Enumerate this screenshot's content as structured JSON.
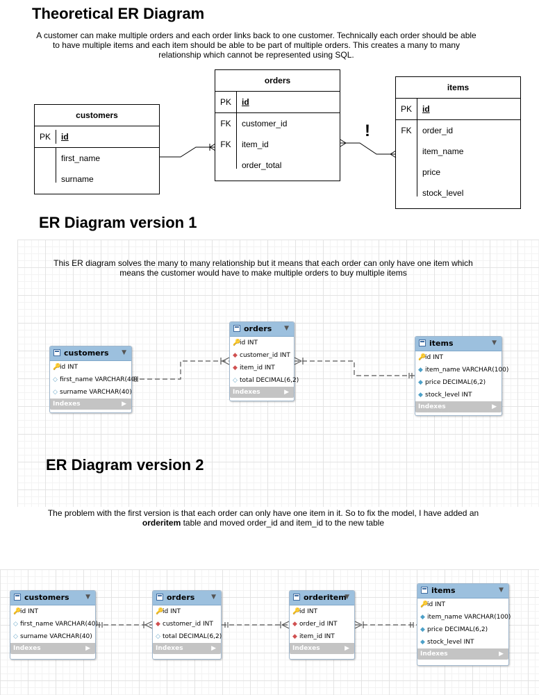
{
  "theoretical": {
    "title": "Theoretical ER Diagram",
    "description_line1": "A customer can make multiple orders and each order links back to one customer. Technically each order should be able",
    "description_line2": "to have multiple items and each item should be able to be part of multiple orders. This creates a many to many",
    "description_line3": "relationship which cannot be represented using SQL.",
    "exclamation": "!",
    "customers": {
      "name": "customers",
      "pk_label": "PK",
      "pk": "id",
      "fields": [
        "first_name",
        "surname"
      ]
    },
    "orders": {
      "name": "orders",
      "pk_label": "PK",
      "pk": "id",
      "fk_label": "FK",
      "fields": [
        "customer_id",
        "item_id",
        "order_total"
      ]
    },
    "items": {
      "name": "items",
      "pk_label": "PK",
      "pk": "id",
      "fk_label": "FK",
      "fields": [
        "order_id",
        "item_name",
        "price",
        "stock_level"
      ]
    }
  },
  "v1": {
    "title": "ER Diagram version 1",
    "description_line1": "This ER diagram solves the many to many relationship but it means that each order can only have one item which",
    "description_line2": "means the customer would have to make multiple orders to buy multiple items",
    "customers": {
      "name": "customers",
      "cols": [
        "id INT",
        "first_name VARCHAR(40)",
        "surname VARCHAR(40)"
      ],
      "footer": "Indexes"
    },
    "orders": {
      "name": "orders",
      "cols": [
        "id INT",
        "customer_id INT",
        "item_id INT",
        "total DECIMAL(6,2)"
      ],
      "footer": "Indexes"
    },
    "items": {
      "name": "items",
      "cols": [
        "id INT",
        "item_name VARCHAR(100)",
        "price DECIMAL(6,2)",
        "stock_level INT"
      ],
      "footer": "Indexes"
    }
  },
  "v2": {
    "title": "ER Diagram version 2",
    "description_line1": "The problem with the first version is that each order can only have one item in it. So to fix the model, I have added an",
    "description_bold": "orderitem",
    "description_rest": " table and moved order_id and item_id to the new table",
    "customers": {
      "name": "customers",
      "cols": [
        "id INT",
        "first_name VARCHAR(40)",
        "surname VARCHAR(40)"
      ],
      "footer": "Indexes"
    },
    "orders": {
      "name": "orders",
      "cols": [
        "id INT",
        "customer_id INT",
        "total DECIMAL(6,2)"
      ],
      "footer": "Indexes"
    },
    "orderitem": {
      "name": "orderitem",
      "cols": [
        "id INT",
        "order_id INT",
        "item_id INT"
      ],
      "footer": "Indexes"
    },
    "items": {
      "name": "items",
      "cols": [
        "id INT",
        "item_name VARCHAR(100)",
        "price DECIMAL(6,2)",
        "stock_level INT"
      ],
      "footer": "Indexes"
    }
  }
}
